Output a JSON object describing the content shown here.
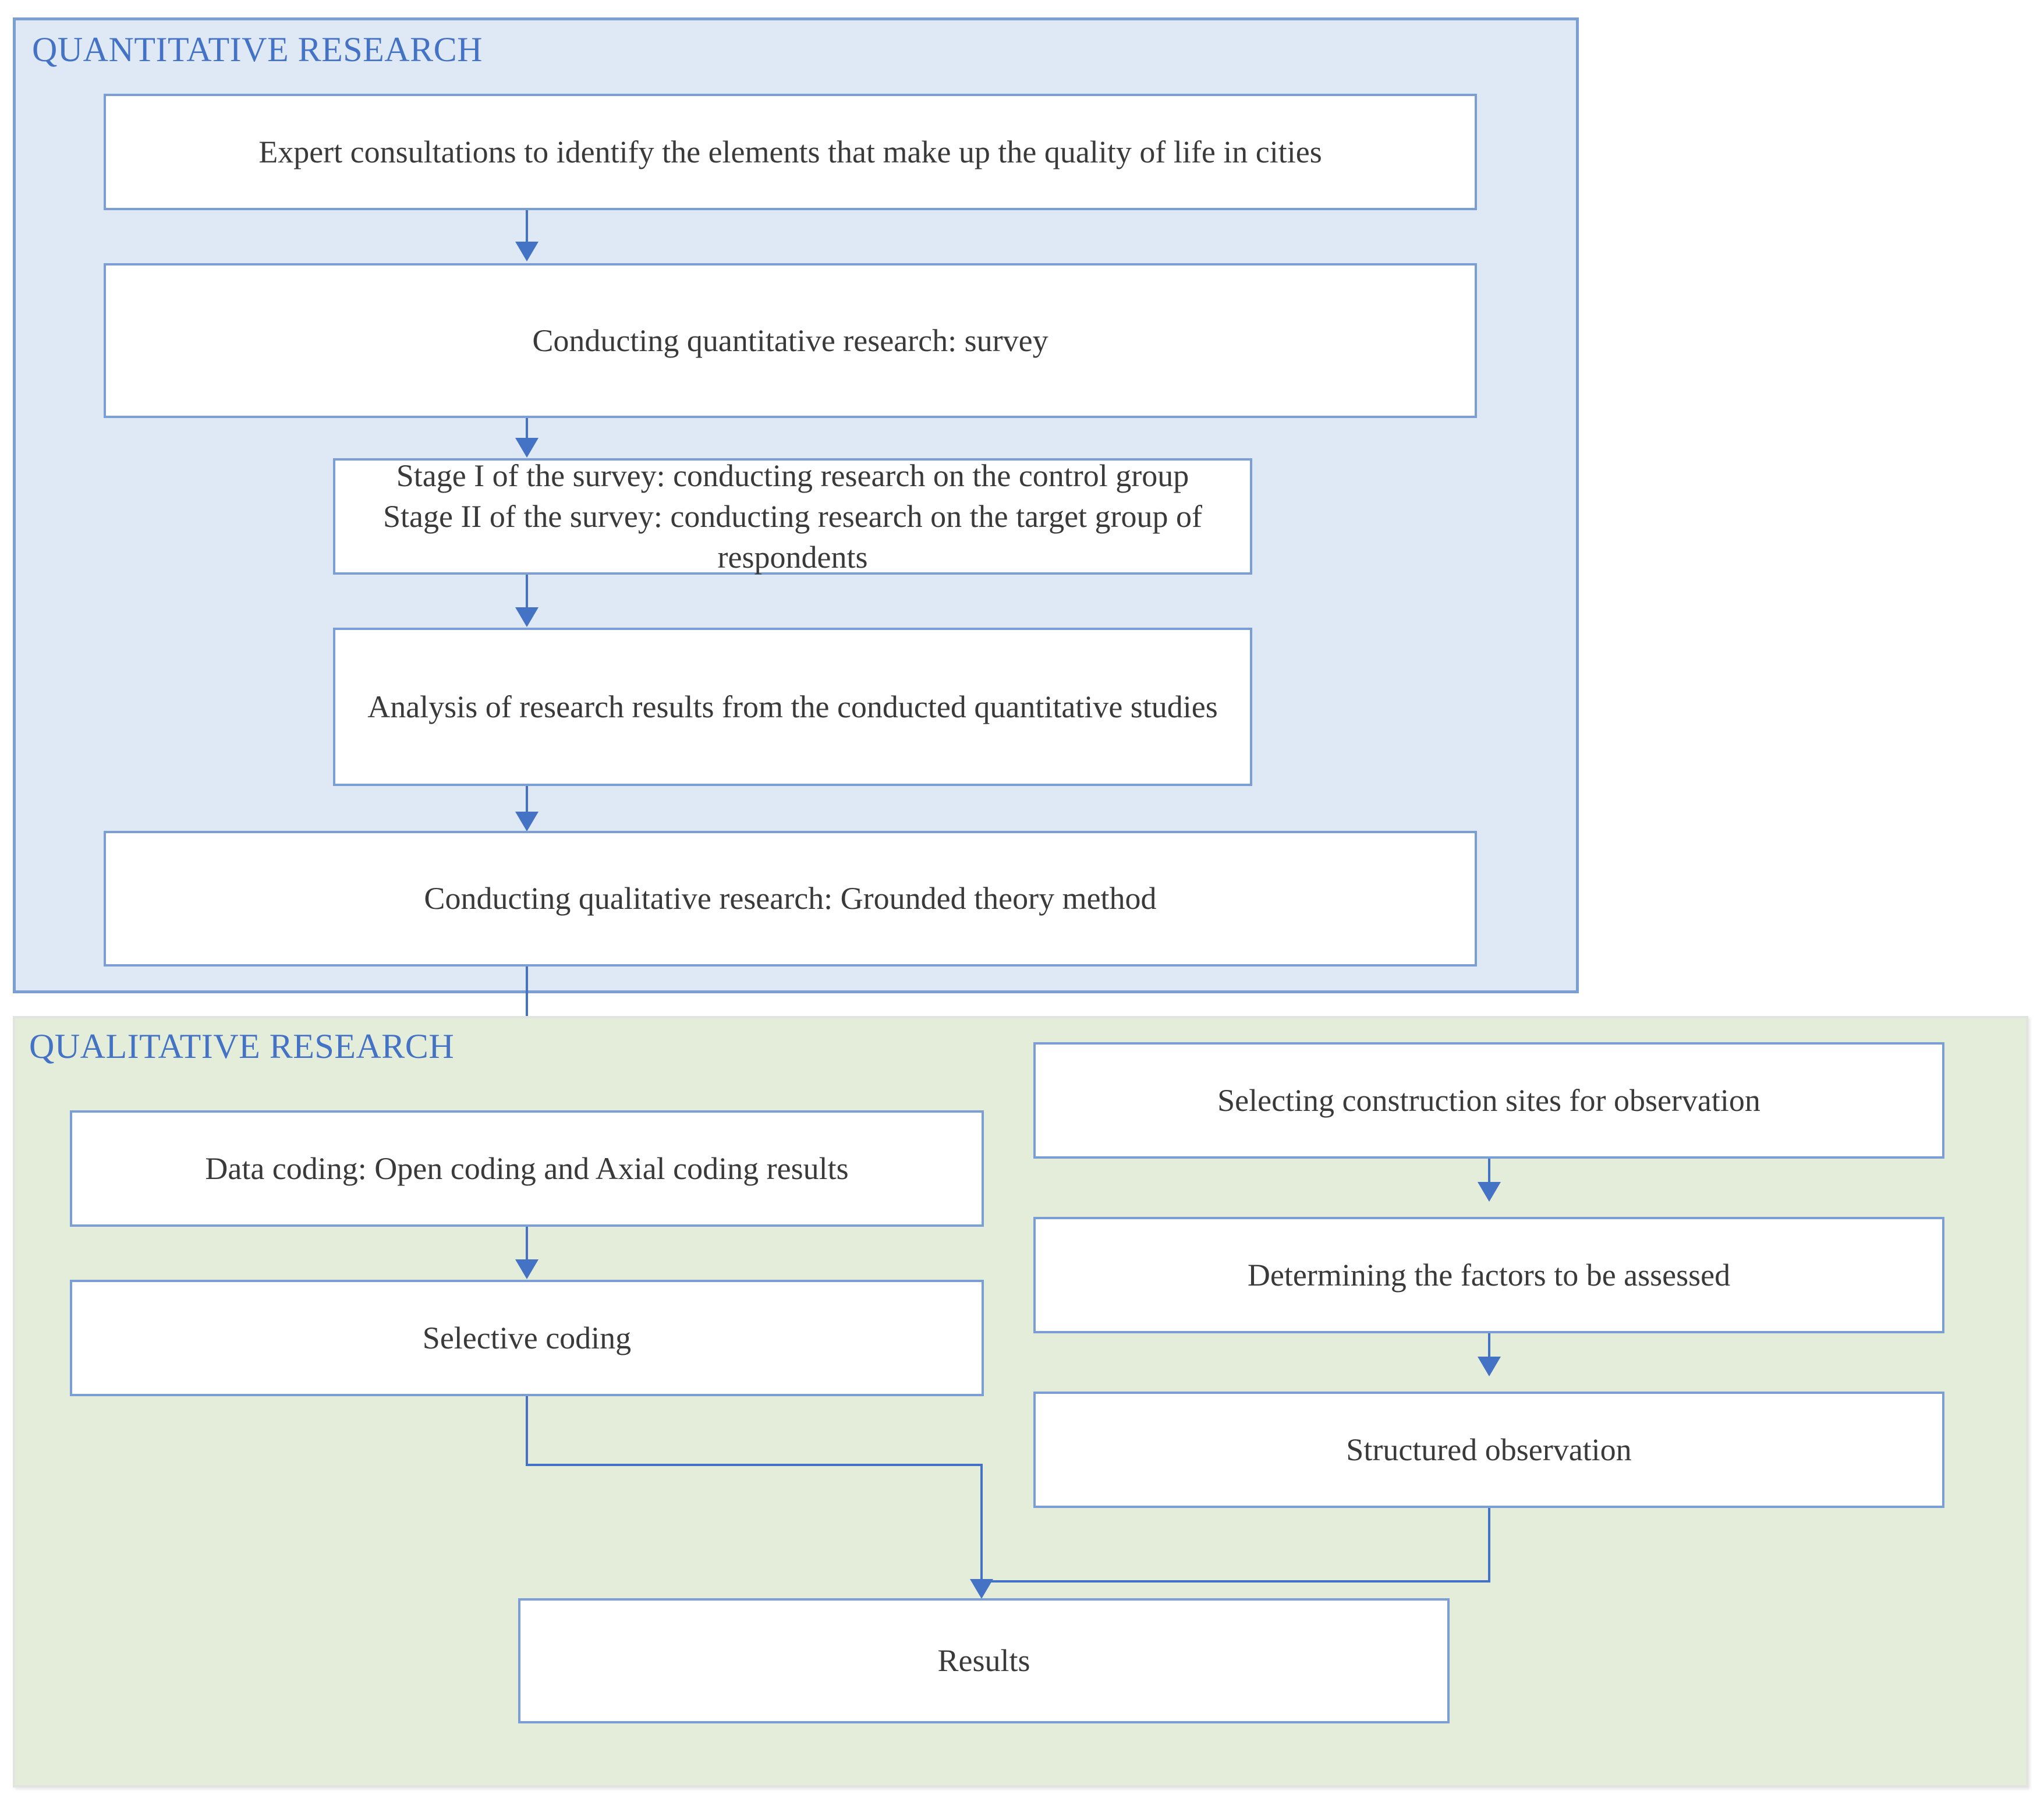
{
  "diagram": {
    "panels": [
      {
        "key": "quantitative",
        "title": "QUANTITATIVE RESEARCH",
        "fill": "#dfe9f5",
        "border": "#7b9fd4"
      },
      {
        "key": "qualitative",
        "title": "QUALITATIVE RESEARCH",
        "fill": "#e3edd9",
        "border": "#e2e4e0"
      }
    ],
    "colors": {
      "title_text": "#4472c4",
      "node_border": "#7b9fd4",
      "node_fill": "#ffffff",
      "node_text": "#3a3a3a",
      "connector": "#4472c4"
    },
    "nodes": {
      "expert_consultations": "Expert consultations to identify the elements that make up the quality of life in cities",
      "quantitative_survey": "Conducting quantitative research: survey",
      "survey_stages_line1": "Stage I of the survey: conducting research on the control group",
      "survey_stages_line2": "Stage II of the survey: conducting research on the target group of respondents",
      "analysis_results": "Analysis of research results from the conducted quantitative studies",
      "grounded_theory": "Conducting qualitative research: Grounded theory method",
      "data_coding": "Data coding: Open coding and Axial coding results",
      "selective_coding": "Selective coding",
      "selecting_sites": "Selecting construction sites for observation",
      "determining_factors": "Determining the factors to be assessed",
      "structured_observation": "Structured observation",
      "results": "Results"
    },
    "flow": [
      {
        "from": "expert_consultations",
        "to": "quantitative_survey"
      },
      {
        "from": "quantitative_survey",
        "to": "survey_stages"
      },
      {
        "from": "survey_stages",
        "to": "analysis_results"
      },
      {
        "from": "analysis_results",
        "to": "grounded_theory"
      },
      {
        "from": "grounded_theory",
        "to": "data_coding"
      },
      {
        "from": "data_coding",
        "to": "selective_coding"
      },
      {
        "from": "selective_coding",
        "to": "results"
      },
      {
        "from": "selecting_sites",
        "to": "determining_factors"
      },
      {
        "from": "determining_factors",
        "to": "structured_observation"
      },
      {
        "from": "structured_observation",
        "to": "results"
      }
    ]
  }
}
